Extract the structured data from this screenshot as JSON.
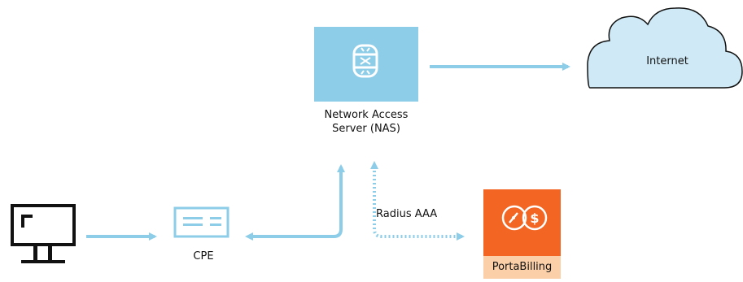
{
  "nodes": {
    "computer": {
      "icon": "monitor-icon"
    },
    "cpe": {
      "label": "CPE",
      "icon": "cpe-device-icon"
    },
    "nas": {
      "label": "Network Access Server (NAS)",
      "icon": "router-icon"
    },
    "internet": {
      "label": "Internet",
      "icon": "cloud-icon"
    },
    "portabilling": {
      "label": "PortaBilling",
      "icon": "billing-gauge-icon"
    }
  },
  "edges": {
    "radius": {
      "label": "Radius AAA"
    }
  },
  "colors": {
    "link": "#8dcde8",
    "nas_fill": "#8dcde8",
    "cloud_fill": "#cfeaf6",
    "cloud_stroke": "#111111",
    "orange": "#f26522",
    "orange_light": "#fbd0a8",
    "text": "#111111"
  }
}
